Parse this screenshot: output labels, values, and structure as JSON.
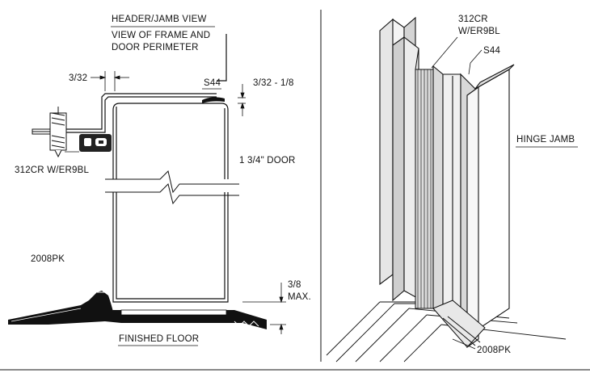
{
  "labels": {
    "title_line1": "HEADER/JAMB VIEW",
    "title_line2": "VIEW OF FRAME AND",
    "title_line3": "DOOR PERIMETER",
    "gap_left": "3/32",
    "seal_left": "S44",
    "gap_right": "3/32 - 1/8",
    "gasket_left": "312CR W/ER9BL",
    "door_thickness": "1 3/4\" DOOR",
    "sweep_left": "2008PK",
    "undercut_value": "3/8",
    "undercut_max": "MAX.",
    "finished_floor": "FINISHED FLOOR",
    "gasket_right_line1": "312CR",
    "gasket_right_line2": "W/ER9BL",
    "seal_right": "S44",
    "hinge_jamb": "HINGE JAMB",
    "sweep_right": "2008PK"
  }
}
